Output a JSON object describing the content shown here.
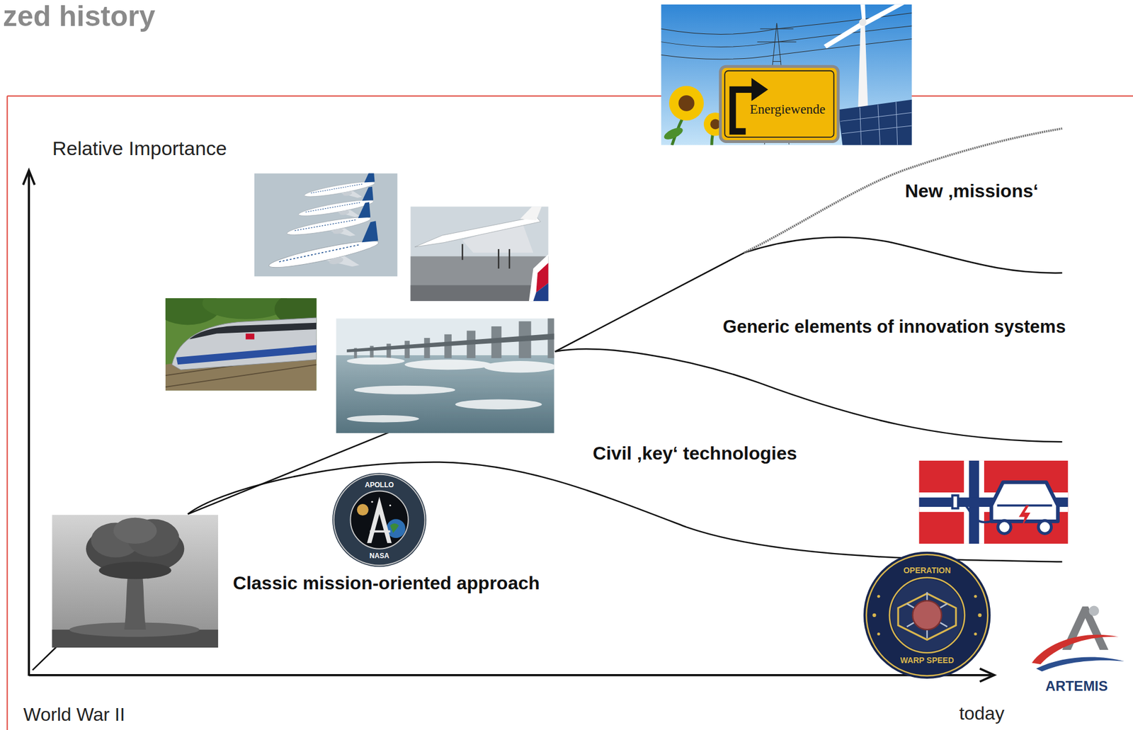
{
  "diagram": {
    "title": "zed history",
    "labels": [
      "Relative Importance",
      "New ‚missions‘",
      "Generic elements of innovation systems",
      "Civil ‚key‘ technologies",
      "Classic mission-oriented approach",
      "World War II",
      "today",
      "Energiewende",
      "APOLLO",
      "NASA",
      "OPERATION",
      "WARP SPEED",
      "ARTEMIS"
    ]
  }
}
